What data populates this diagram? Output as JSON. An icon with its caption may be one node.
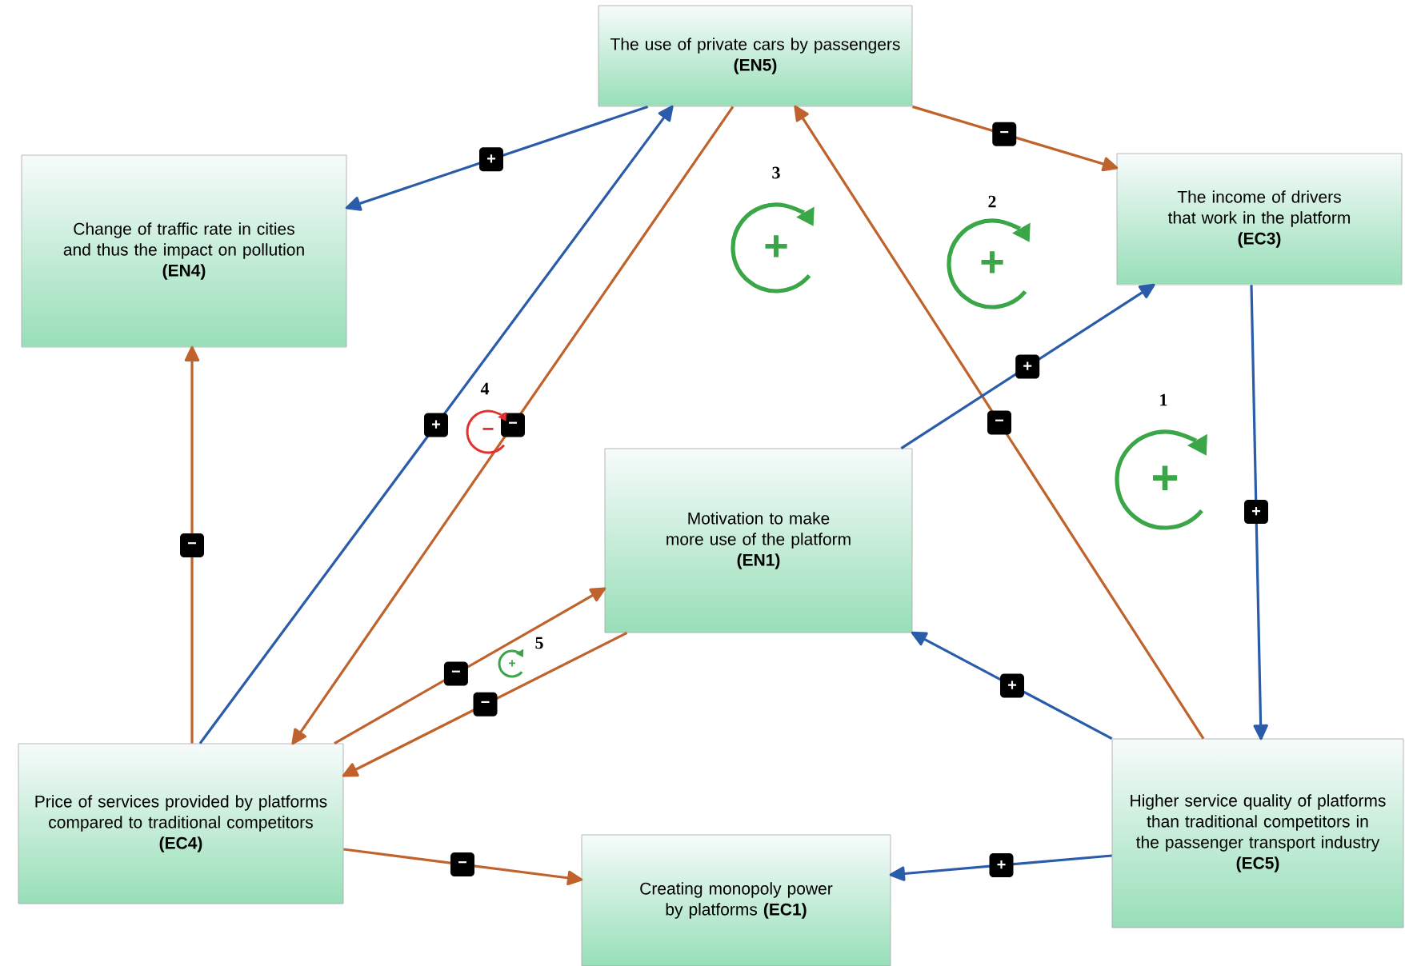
{
  "diagram": {
    "nodes": [
      {
        "text": [
          "The use of private cars by passengers",
          "(EN5)"
        ]
      },
      {
        "text": [
          "Change of traffic rate in cities and thus the impact on pollution",
          "(EN4)"
        ]
      },
      {
        "text": [
          "The income of drivers that work in the platform",
          "(EC3)"
        ]
      },
      {
        "text": [
          "Motivation to make more use of the platform",
          "(EN1)"
        ]
      },
      {
        "text": [
          "Price of services provided by platforms compared to traditional competitors",
          "(EC4)"
        ]
      },
      {
        "text": [
          "Creating monopoly power by platforms **(EC1)**"
        ]
      },
      {
        "text": [
          "Higher service quality of platforms than traditional competitors in the passenger transport industry",
          "(EC5)"
        ]
      }
    ],
    "edges": [
      {
        "from": 0,
        "to": 1,
        "arrow": "to",
        "label": "+",
        "color": "#2a5caa"
      },
      {
        "from": 0,
        "to": 2,
        "arrow": "to",
        "label": "−"
      },
      {
        "from": 0,
        "to": 4,
        "arrow": "to",
        "label": "−"
      },
      {
        "from": 4,
        "to": 0,
        "arrow": "to",
        "label": "+",
        "color": "#2a5caa"
      },
      {
        "from": 6,
        "to": 0,
        "arrow": "to",
        "label": "−"
      },
      {
        "from": 3,
        "to": 2,
        "arrow": "to",
        "label": "+",
        "color": "#2a5caa"
      },
      {
        "from": 2,
        "to": 6,
        "arrow": "to",
        "label": "+",
        "color": "#2a5caa"
      },
      {
        "from": 6,
        "to": 3,
        "arrow": "to",
        "label": "+",
        "color": "#2a5caa"
      },
      {
        "from": 6,
        "to": 5,
        "arrow": "to",
        "label": "+",
        "color": "#2a5caa"
      },
      {
        "from": 4,
        "to": 5,
        "arrow": "to",
        "label": "−"
      },
      {
        "from": 4,
        "to": 3,
        "arrow": "to",
        "label": "−"
      },
      {
        "from": 3,
        "to": 4,
        "arrow": "to",
        "label": "−"
      },
      {
        "from": 4,
        "to": 1,
        "arrow": "to",
        "label": "−"
      }
    ],
    "labels": [
      "3",
      "+",
      "2",
      "+",
      "4",
      "−",
      "1",
      "+",
      "5",
      "+"
    ]
  }
}
